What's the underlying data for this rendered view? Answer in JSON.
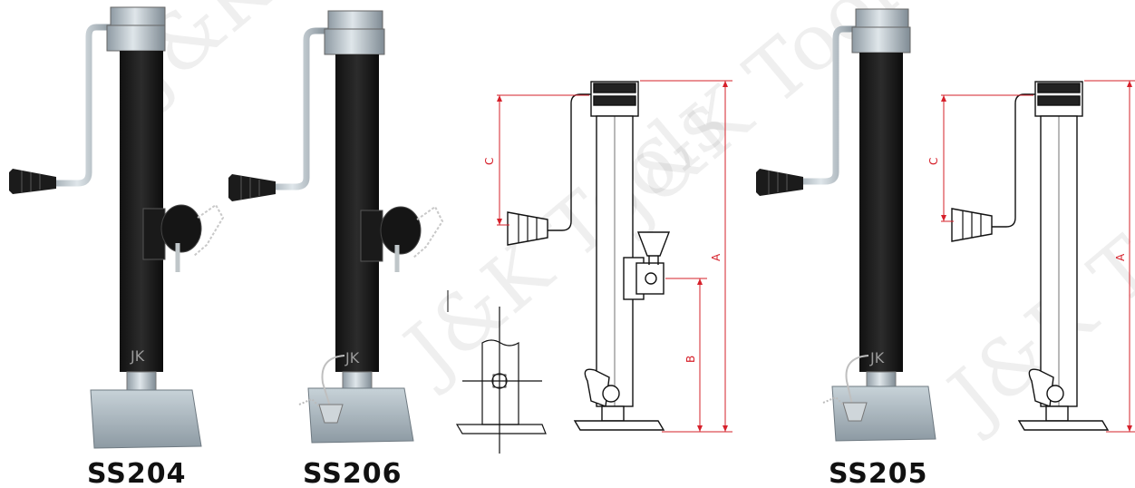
{
  "watermark": {
    "text": "J&K Tools"
  },
  "products": [
    {
      "model": "SS204",
      "body_mark": "JK"
    },
    {
      "model": "SS206",
      "body_mark": "JK"
    },
    {
      "model": "SS205",
      "body_mark": "JK"
    }
  ],
  "drawings": {
    "dimension_labels": {
      "a": "A",
      "b": "B",
      "c": "C"
    }
  },
  "colors": {
    "dimension": "#d6202a",
    "jack_body": "#1e1e1e",
    "galvanized": "#b9c4cc"
  }
}
